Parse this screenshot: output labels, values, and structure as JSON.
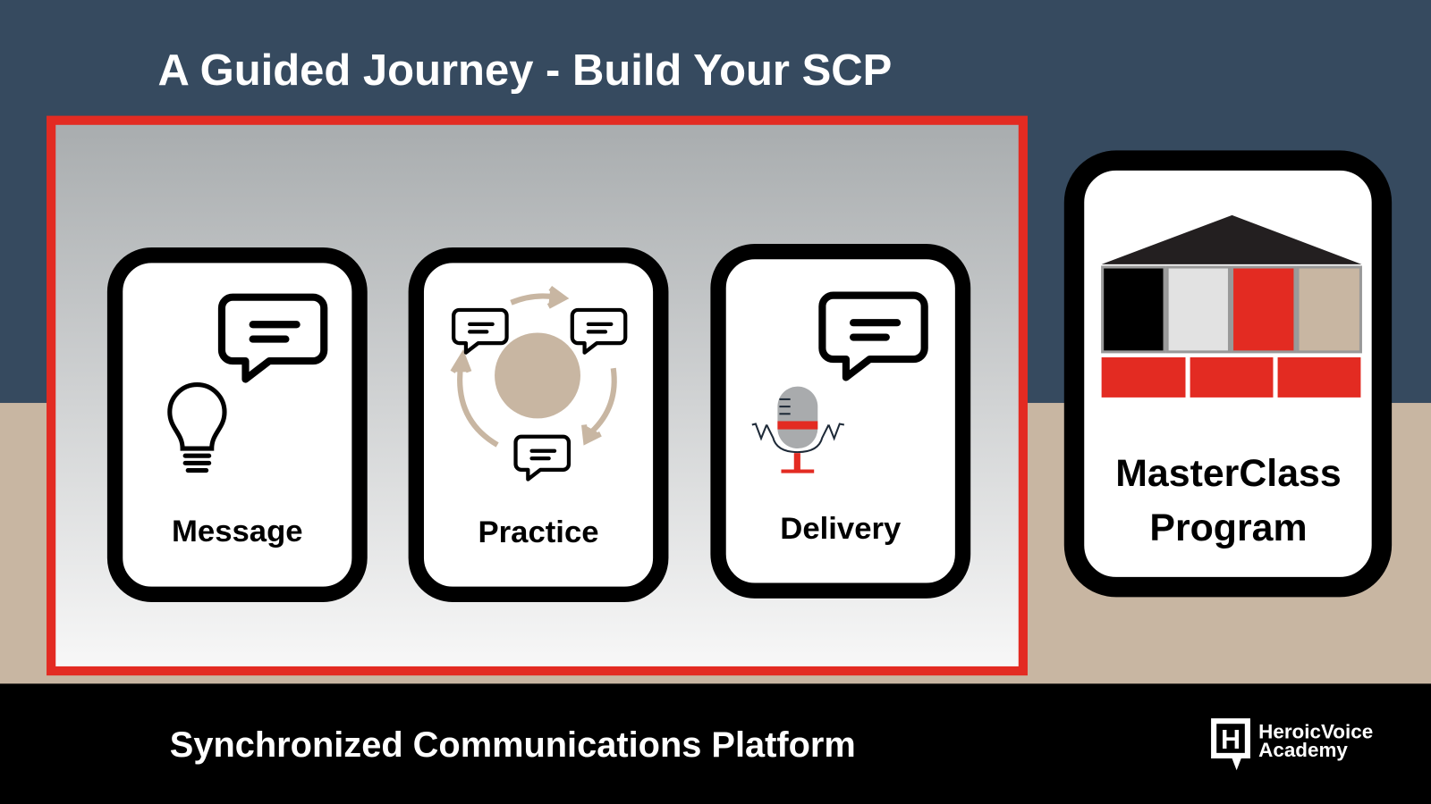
{
  "title": "A Guided Journey - Build Your SCP",
  "cards": [
    {
      "label": "Message",
      "icon": "lightbulb-speech-icon"
    },
    {
      "label": "Practice",
      "icon": "conversation-cycle-icon"
    },
    {
      "label": "Delivery",
      "icon": "microphone-speech-icon"
    }
  ],
  "masterclass": {
    "line1": "MasterClass",
    "line2": "Program",
    "icon": "house-blocks-icon"
  },
  "footer": "Synchronized Communications Platform",
  "logo": {
    "line1": "HeroicVoice",
    "line2": "Academy"
  },
  "colors": {
    "navy": "#364a5f",
    "tan": "#c8b6a2",
    "red": "#e32b22",
    "black": "#000000"
  }
}
